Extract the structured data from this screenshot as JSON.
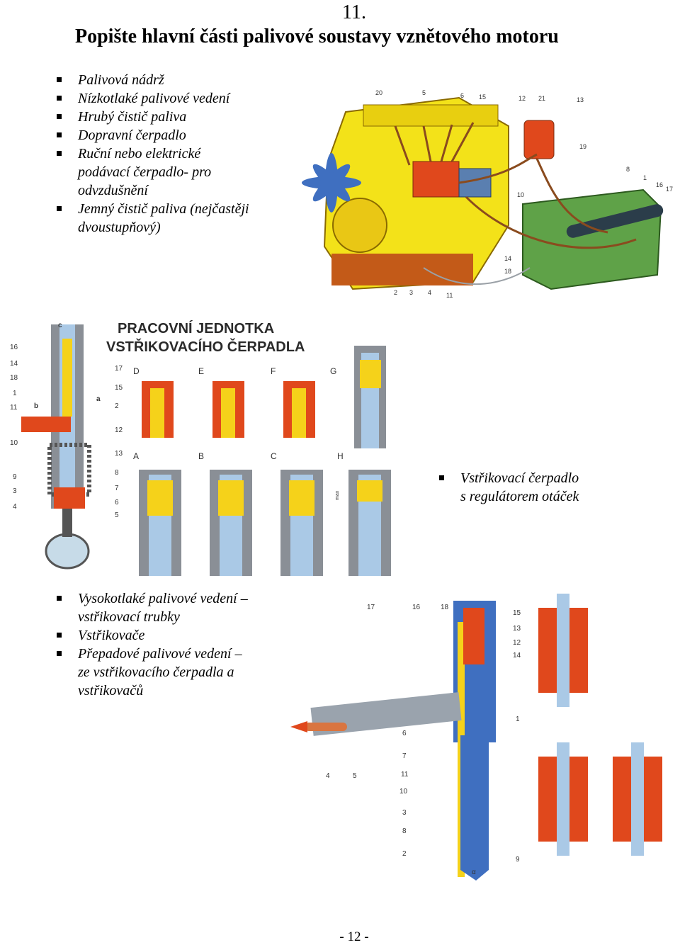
{
  "chapter_number": "11.",
  "title": "Popište hlavní části palivové soustavy vznětového motoru",
  "list_top": [
    "Palivová nádrž",
    "Nízkotlaké palivové vedení",
    "Hrubý čistič paliva",
    "Dopravní čerpadlo",
    "Ruční nebo elektrické\npodávací čerpadlo- pro\nodvzdušnění",
    "Jemný čistič paliva (nejčastěji\ndvoustupňový)"
  ],
  "list_middle": [
    "Vstřikovací čerpadlo\ns regulátorem otáček"
  ],
  "list_bottom": [
    "Vysokotlaké palivové vedení –\nvstřikovací trubky",
    "Vstřikovače",
    "Přepadové palivové vedení –\nze vstřikovacího čerpadla a\nvstřikovačů"
  ],
  "engine_diagram": {
    "labels": [
      "20",
      "5",
      "6",
      "15",
      "12",
      "21",
      "13",
      "19",
      "8",
      "1",
      "16",
      "17",
      "10",
      "14",
      "18",
      "2",
      "3",
      "4",
      "11"
    ]
  },
  "pump_diagram": {
    "title_line1": "PRACOVNÍ JEDNOTKA",
    "title_line2": "VSTŘIKOVACÍHO ČERPADLA",
    "left_labels": [
      "16",
      "14",
      "18",
      "1",
      "11",
      "10",
      "9",
      "3",
      "4"
    ],
    "right_labels": [
      "17",
      "15",
      "2",
      "12",
      "13",
      "8",
      "7",
      "6",
      "5"
    ],
    "letter_c": "c",
    "letter_b": "b",
    "letter_a": "a",
    "top_letters": [
      "D",
      "E",
      "F",
      "G"
    ],
    "bottom_letters": [
      "A",
      "B",
      "C",
      "H"
    ],
    "max_label": "max"
  },
  "injector_diagram": {
    "top_labels": [
      "17",
      "16",
      "18"
    ],
    "right_labels": [
      "15",
      "13",
      "12",
      "14",
      "1"
    ],
    "left_labels": [
      "6",
      "7",
      "11",
      "10",
      "3",
      "8",
      "2"
    ],
    "bottom_labels": [
      "4",
      "5",
      "9"
    ],
    "angle_label": "α"
  },
  "footer": "- 12 -",
  "colors": {
    "engine_yellow": "#f3e219",
    "pump_orange": "#e0481c",
    "tank_green": "#5fa248",
    "fan_blue": "#3f6fc0",
    "pipe_brown": "#8a4b1e",
    "shaft_blue": "#aac9e6",
    "fuel_yellow": "#f5d21a"
  }
}
